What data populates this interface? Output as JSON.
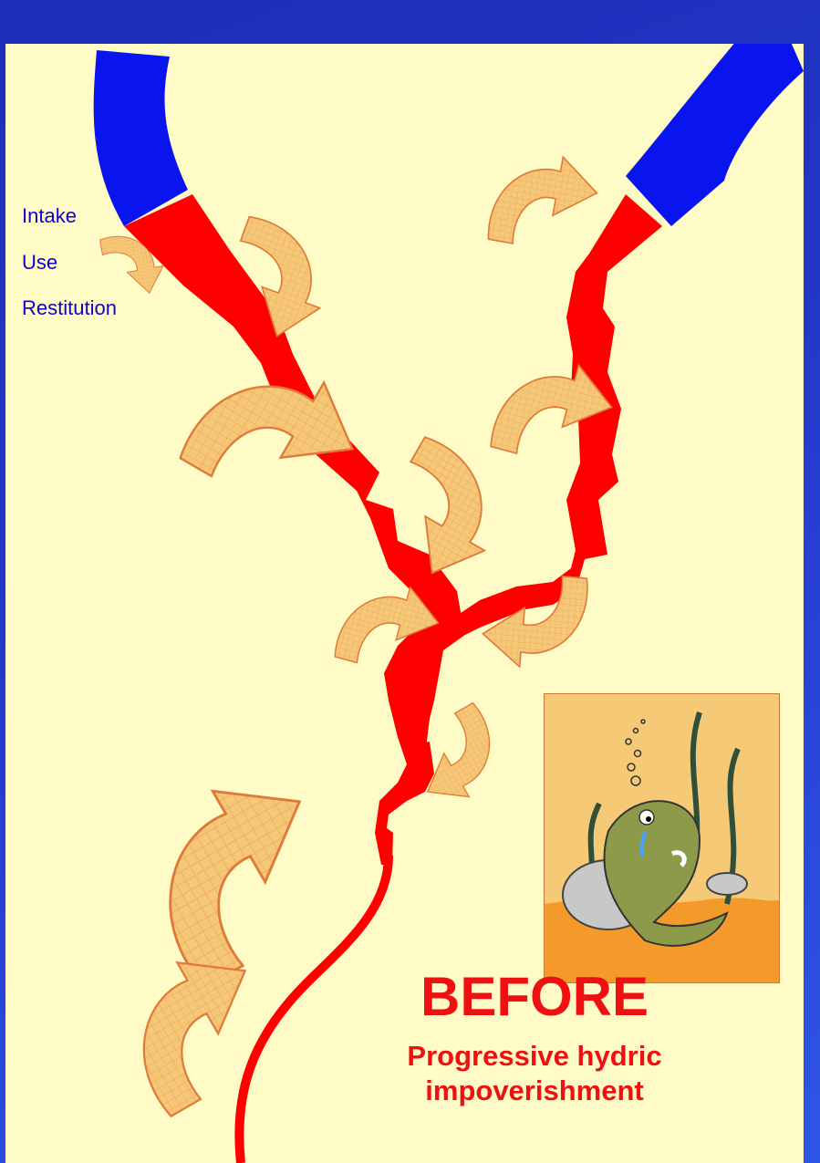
{
  "legend": {
    "items": [
      "Intake",
      "Use",
      "Restitution"
    ]
  },
  "caption": {
    "title": "BEFORE",
    "subtitle_line1": "Progressive hydric",
    "subtitle_line2": "impoverishment"
  },
  "colors": {
    "background_frame": "#2237c8",
    "panel": "#fffbc7",
    "intake_pipe": "#0a14ee",
    "river": "#ff0000",
    "arrow_fill": "#f6c777",
    "arrow_stroke": "#e07a3a",
    "text_legend": "#1500cc",
    "text_title": "#ee1111"
  },
  "illustration": {
    "icon": "sad-fish-icon"
  }
}
